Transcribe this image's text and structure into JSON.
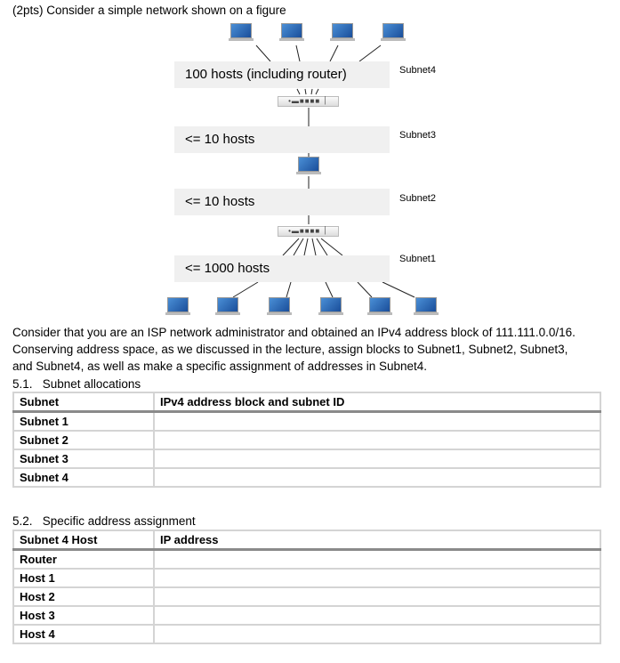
{
  "intro": "(2pts) Consider a simple network shown on a figure",
  "figure": {
    "box_subnet4": "100 hosts (including router)",
    "box_subnet3": "<= 10 hosts",
    "box_subnet2": "<= 10 hosts",
    "box_subnet1": "<= 1000 hosts",
    "label_subnet4": "Subnet4",
    "label_subnet3": "Subnet3",
    "label_subnet2": "Subnet2",
    "label_subnet1": "Subnet1"
  },
  "paragraph": "Consider that you are an ISP network administrator and obtained an IPv4 address block of 111.111.0.0/16. Conserving address space, as we discussed in the lecture, assign blocks to Subnet1, Subnet2, Subnet3, and Subnet4, as well as make a specific assignment of addresses in Subnet4.",
  "section1": {
    "title": "5.1.   Subnet allocations",
    "headers": [
      "Subnet",
      "IPv4 address block and subnet ID"
    ],
    "rows": [
      "Subnet 1",
      "Subnet 2",
      "Subnet 3",
      "Subnet 4"
    ]
  },
  "section2": {
    "title": "5.2.   Specific address assignment",
    "headers": [
      "Subnet 4 Host",
      "IP address"
    ],
    "rows": [
      "Router",
      "Host 1",
      "Host 2",
      "Host 3",
      "Host 4"
    ]
  }
}
